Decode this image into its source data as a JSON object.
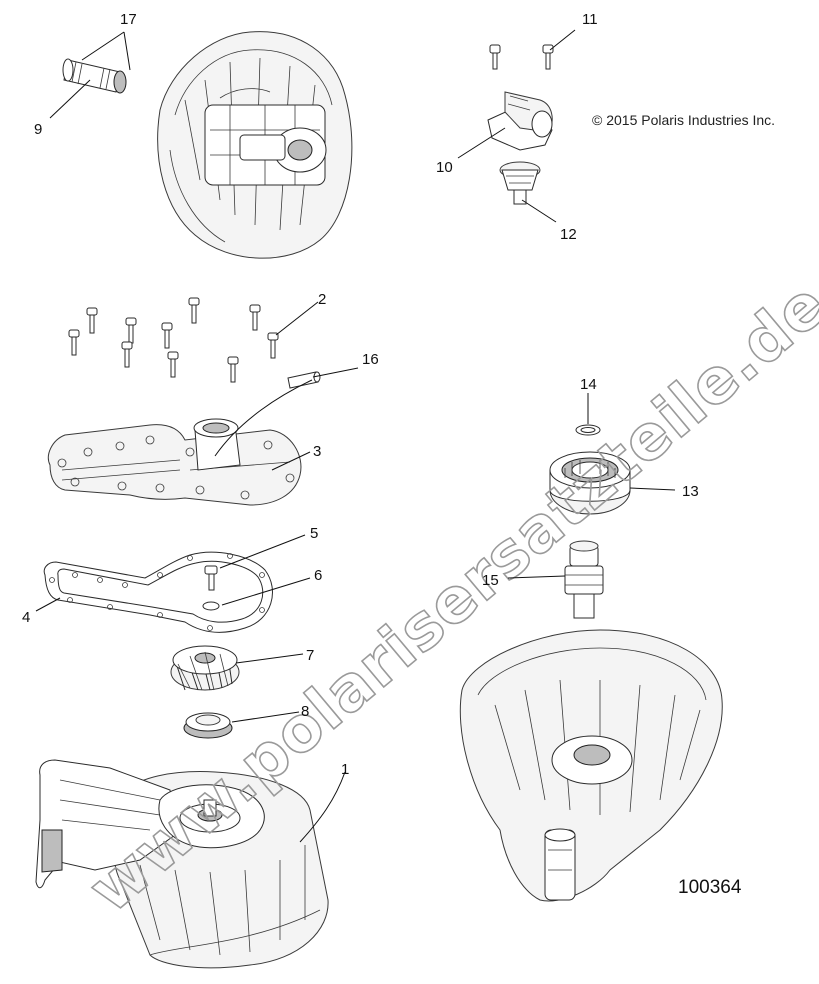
{
  "copyright": "© 2015 Polaris Industries Inc.",
  "document_number": "100364",
  "watermark": "www.polarisersatzteile.de",
  "callouts": [
    {
      "id": "1",
      "label": "1"
    },
    {
      "id": "2",
      "label": "2"
    },
    {
      "id": "3",
      "label": "3"
    },
    {
      "id": "4",
      "label": "4"
    },
    {
      "id": "5",
      "label": "5"
    },
    {
      "id": "6",
      "label": "6"
    },
    {
      "id": "7",
      "label": "7"
    },
    {
      "id": "8",
      "label": "8"
    },
    {
      "id": "9",
      "label": "9"
    },
    {
      "id": "10",
      "label": "10"
    },
    {
      "id": "11",
      "label": "11"
    },
    {
      "id": "12",
      "label": "12"
    },
    {
      "id": "13",
      "label": "13"
    },
    {
      "id": "14",
      "label": "14"
    },
    {
      "id": "15",
      "label": "15"
    },
    {
      "id": "16",
      "label": "16"
    },
    {
      "id": "17",
      "label": "17"
    }
  ]
}
